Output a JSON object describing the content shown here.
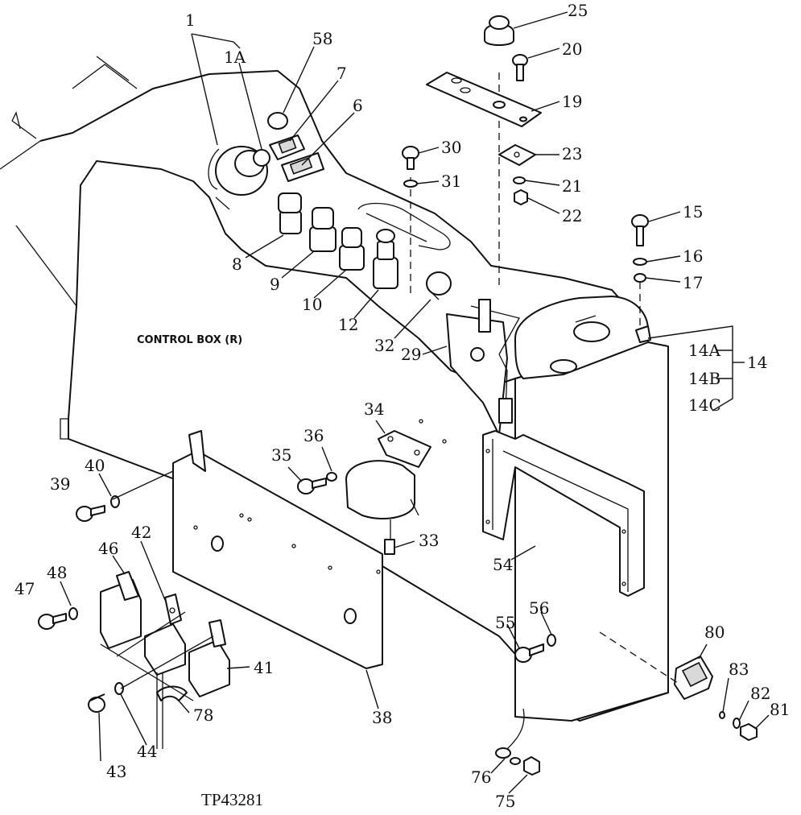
{
  "diagram": {
    "box_label": "CONTROL BOX (R)",
    "caption": "TP43281",
    "group_label": "14",
    "group_items": [
      "14A",
      "14B",
      "14C"
    ],
    "callouts": {
      "c1": "1",
      "c1a": "1A",
      "c58": "58",
      "c7": "7",
      "c6": "6",
      "c8": "8",
      "c9": "9",
      "c10": "10",
      "c12": "12",
      "c32": "32",
      "c29": "29",
      "c25": "25",
      "c20": "20",
      "c19": "19",
      "c30": "30",
      "c31": "31",
      "c23": "23",
      "c21": "21",
      "c22": "22",
      "c15": "15",
      "c16": "16",
      "c17": "17",
      "c34": "34",
      "c35": "35",
      "c36": "36",
      "c33": "33",
      "c39": "39",
      "c40": "40",
      "c42": "42",
      "c46": "46",
      "c47": "47",
      "c48": "48",
      "c41": "41",
      "c43": "43",
      "c44": "44",
      "c78": "78",
      "c38": "38",
      "c54": "54",
      "c55": "55",
      "c56": "56",
      "c80": "80",
      "c83": "83",
      "c82": "82",
      "c81": "81",
      "c76": "76",
      "c75": "75"
    }
  }
}
